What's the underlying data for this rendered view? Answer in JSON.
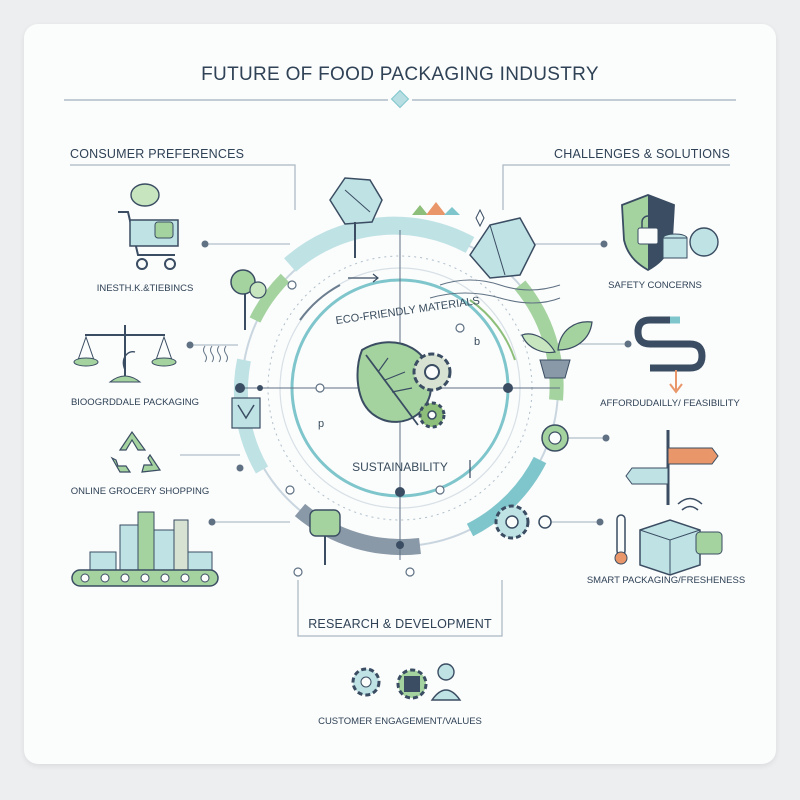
{
  "title": "FUTURE OF FOOD PACKAGING INDUSTRY",
  "sections": {
    "left": "CONSUMER PREFERENCES",
    "right": "CHALLENGES & SOLUTIONS",
    "bottom": "RESEARCH & DEVELOPMENT"
  },
  "left_items": [
    {
      "label": "INESTH.K.&TIEBINCS",
      "icon": "shopping-cart-brain-icon"
    },
    {
      "label": "BIOOGRDDALE PACKAGING",
      "icon": "balance-scale-icon"
    },
    {
      "label": "ONLINE GROCERY SHOPPING",
      "icon": "recycle-icon"
    },
    {
      "label": "",
      "icon": "city-conveyor-icon"
    }
  ],
  "right_items": [
    {
      "label": "SAFETY CONCERNS",
      "icon": "shield-lock-icon"
    },
    {
      "label": "AFFORDUDAILLY/ FEASIBILITY",
      "icon": "winding-path-icon"
    },
    {
      "label": "",
      "icon": "signpost-icon"
    },
    {
      "label": "SMART PACKAGING/FRESHENESS",
      "icon": "smart-box-icon"
    }
  ],
  "bottom_item": {
    "label": "CUSTOMER ENGAGEMENT/VALUES",
    "icon": "gears-chip-person-icon"
  },
  "center": {
    "arc_label": "ECO-FRIENDLY MATERIALS",
    "core_label": "SUSTAINABILITY",
    "mark_b": "b",
    "mark_p": "p"
  },
  "colors": {
    "accent_green": "#8dbf7a",
    "accent_teal": "#7fc6cc",
    "navy": "#3a4d62",
    "slate": "#6b7d8f"
  }
}
